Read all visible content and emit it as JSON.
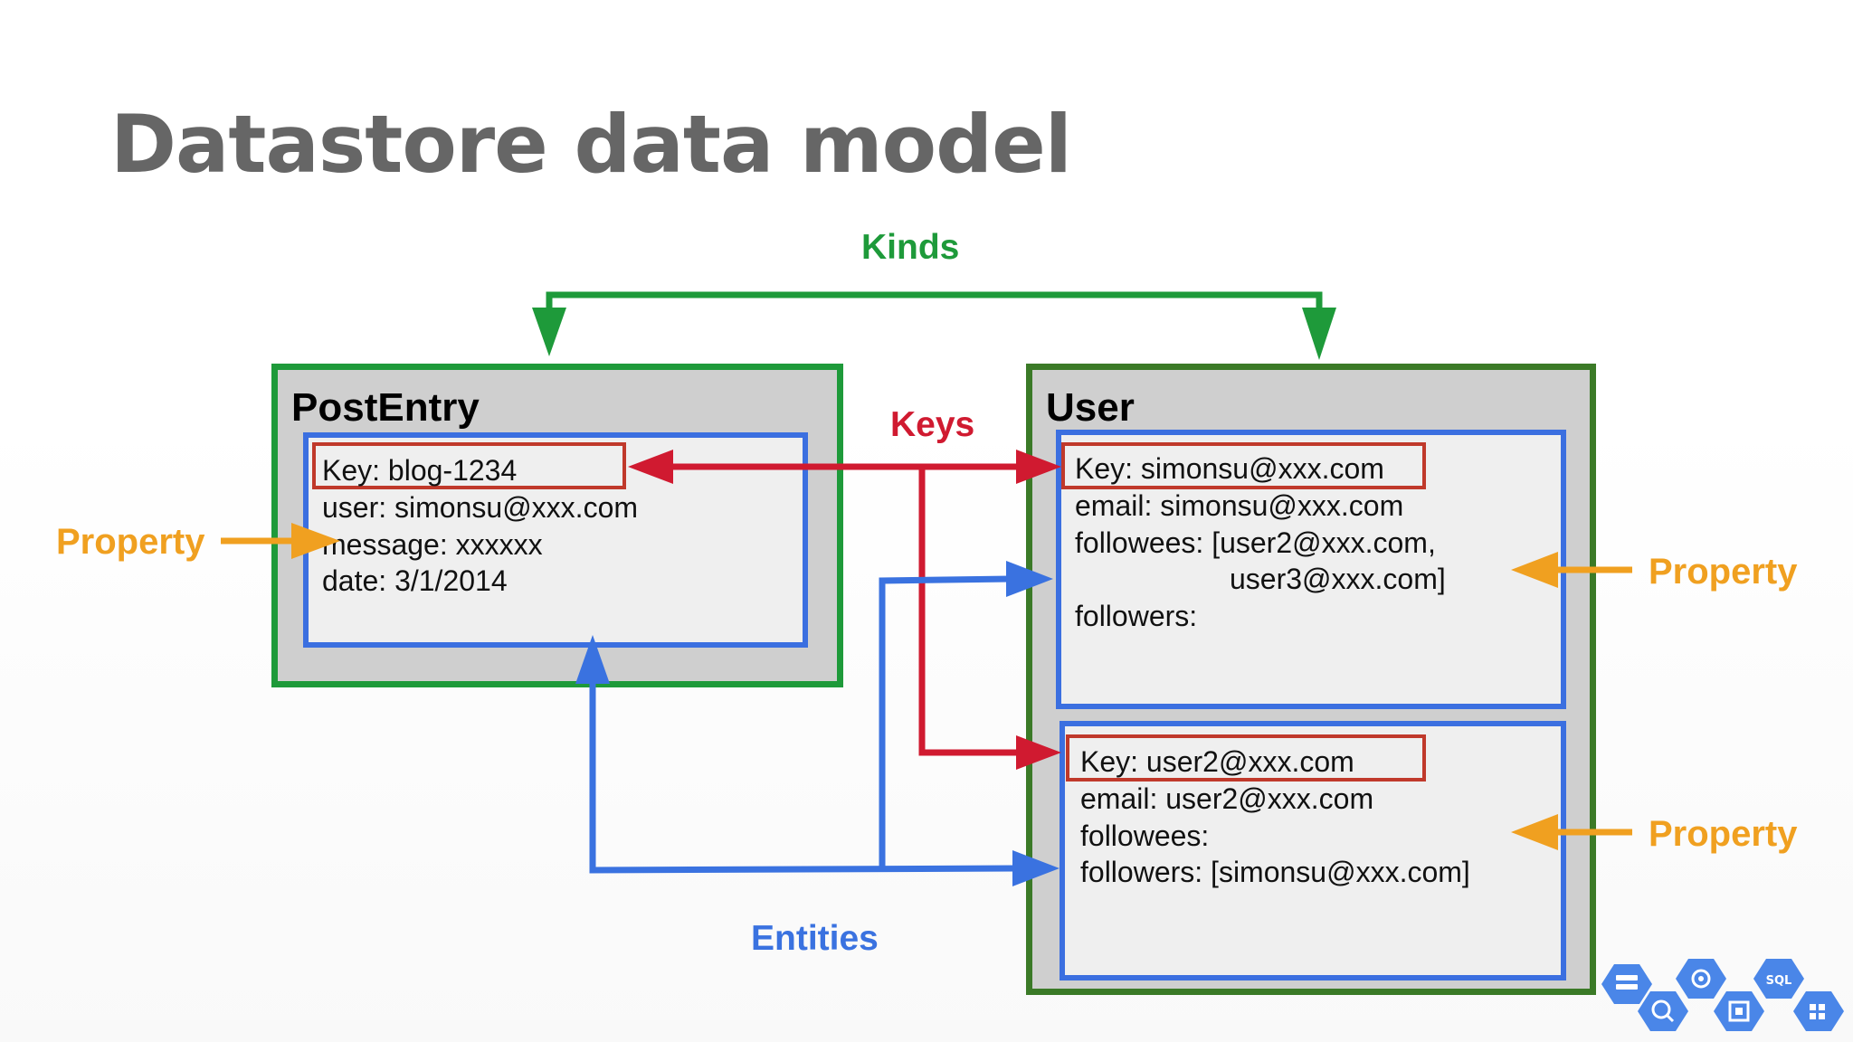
{
  "slide": {
    "title": "Datastore data model"
  },
  "labels": {
    "kinds": "Kinds",
    "keys": "Keys",
    "entities": "Entities",
    "property_left": "Property",
    "property_right_1": "Property",
    "property_right_2": "Property"
  },
  "kinds": [
    {
      "name": "PostEntry",
      "entities": [
        {
          "key": "Key: blog-1234",
          "lines": [
            "user: simonsu@xxx.com",
            "message: xxxxxx",
            "date: 3/1/2014"
          ]
        }
      ]
    },
    {
      "name": "User",
      "entities": [
        {
          "key": "Key: simonsu@xxx.com",
          "lines": [
            "email: simonsu@xxx.com",
            "followees: [user2@xxx.com,",
            "user3@xxx.com]",
            "followers:"
          ]
        },
        {
          "key": "Key: user2@xxx.com",
          "lines": [
            "email: user2@xxx.com",
            "followees:",
            "followers: [simonsu@xxx.com]"
          ]
        }
      ]
    }
  ],
  "colors": {
    "kinds": "#1e9a3a",
    "keys": "#d01a30",
    "entities": "#3a72e0",
    "property": "#f0a020",
    "title": "#666666"
  },
  "icons": [
    "storage-icon",
    "bigquery-icon",
    "app-engine-icon",
    "compute-icon",
    "cloud-sql-icon",
    "apps-icon"
  ]
}
